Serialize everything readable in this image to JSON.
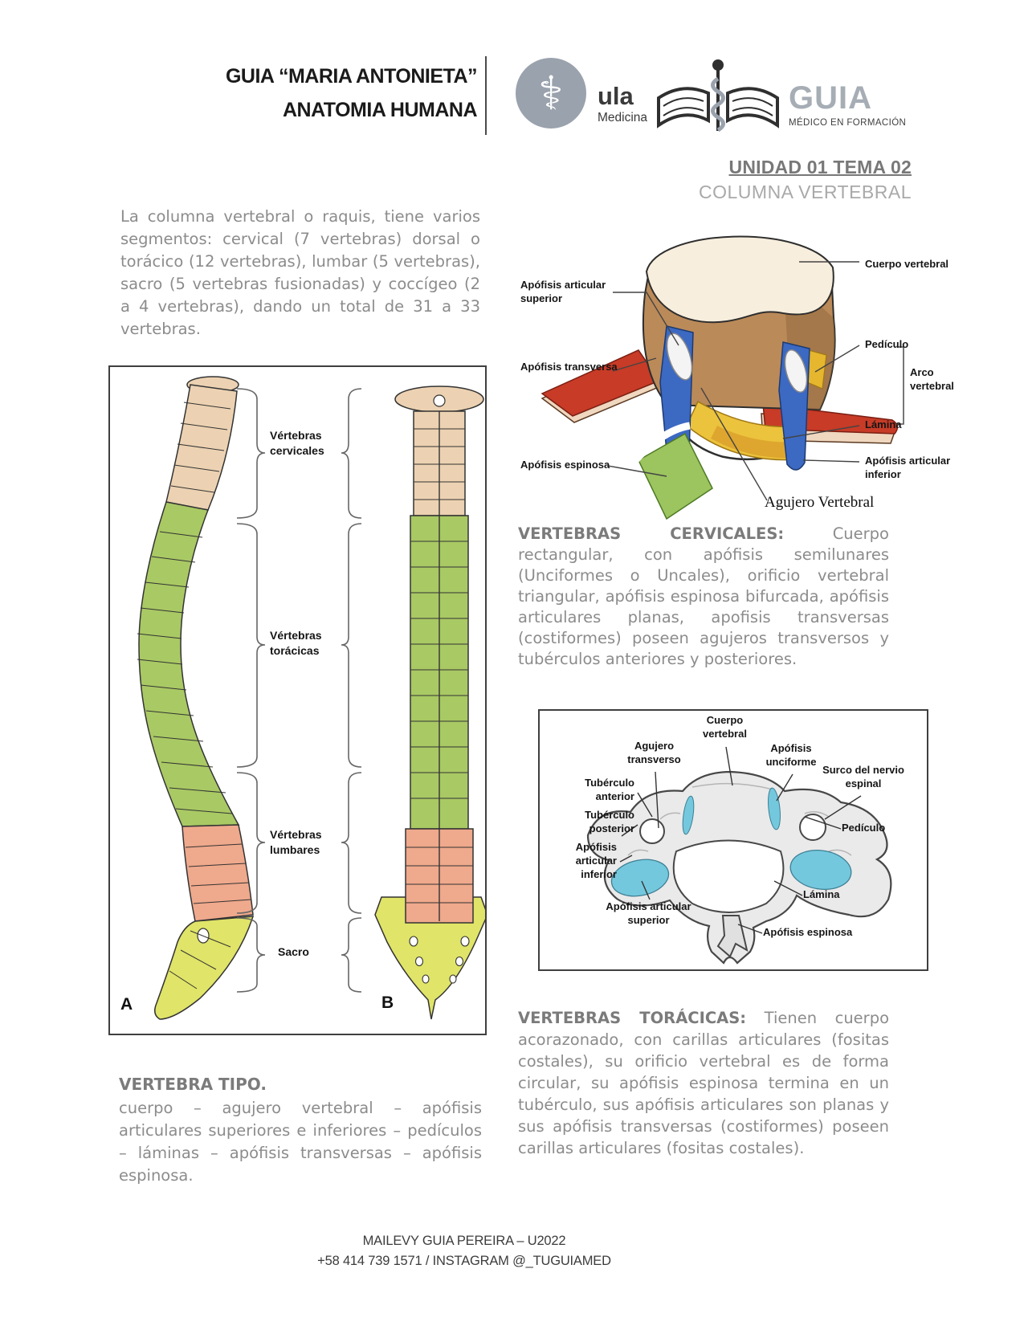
{
  "header": {
    "title_line1": "GUIA “MARIA ANTONIETA”",
    "title_line2": "ANATOMIA HUMANA",
    "ula": {
      "icon": "⚕",
      "name": "ula",
      "dept": "Medicina"
    },
    "guia": {
      "name": "GUIA",
      "tagline": "MÉDICO EN FORMACIÓN"
    }
  },
  "unit": {
    "title": "UNIDAD 01 TEMA 02",
    "subtitle": "COLUMNA VERTEBRAL"
  },
  "intro": "La columna vertebral o raquis, tiene varios segmentos: cervical (7 vertebras) dorsal o torácico (12 vertebras), lumbar (5 vertebras), sacro (5 vertebras fusionadas) y coccígeo (2 a 4 vertebras), dando un total de 31 a 33 vertebras.",
  "figure_vertebra3d": {
    "label_apofisis_articular_superior": "Apófisis articular superior",
    "label_apofisis_transversa": "Apófisis transversa",
    "label_apofisis_espinosa": "Apófisis espinosa",
    "label_cuerpo_vertebral": "Cuerpo vertebral",
    "label_pediculo": "Pedículo",
    "label_arco_vertebral": "Arco vertebral",
    "label_lamina": "Lámina",
    "label_apofisis_articular_inferior": "Apófisis articular inferior",
    "label_agujero_vertebral": "Agujero Vertebral"
  },
  "sec_cervicales": {
    "heading": "VERTEBRAS CERVICALES:",
    "body": "Cuerpo rectangular, con apófisis semilunares (Unciformes o Uncales), orificio vertebral triangular, apófisis espinosa bifurcada, apófisis articulares planas, apofisis transversas (costiformes) poseen agujeros transversos y tubérculos anteriores y posteriores."
  },
  "figure_spine": {
    "label_cervicales": "Vértebras cervicales",
    "label_toracicas": "Vértebras torácicas",
    "label_lumbares": "Vértebras lumbares",
    "label_sacro": "Sacro",
    "view_a": "A",
    "view_b": "B"
  },
  "figure_cervical": {
    "label_cuerpo_vertebral": "Cuerpo vertebral",
    "label_agujero_transverso": "Agujero transverso",
    "label_apofisis_unciforme": "Apófisis unciforme",
    "label_surco": "Surco del nervio espinal",
    "label_tuberculo_anterior": "Tubérculo anterior",
    "label_tuberculo_posterior": "Tubérculo posterior",
    "label_apofisis_articular_inferior": "Apófisis articular inferior",
    "label_pediculo": "Pedículo",
    "label_lamina": "Lámina",
    "label_apofisis_articular_superior": "Apófisis articular superior",
    "label_apofisis_espinosa": "Apófisis espinosa"
  },
  "sec_vertebra_tipo": {
    "heading": "VERTEBRA TIPO.",
    "body": "cuerpo – agujero vertebral – apófisis articulares superiores e inferiores – pedículos – láminas – apófisis transversas – apófisis espinosa."
  },
  "sec_toracicas": {
    "heading": "VERTEBRAS TORÁCICAS:",
    "body": "Tienen cuerpo acorazonado, con carillas articulares (fositas costales), su orificio vertebral es de forma circular, su apófisis espinosa termina en un tubérculo, sus apófisis articulares son planas y sus apófisis transversas (costiformes) poseen carillas articulares (fositas costales)."
  },
  "footer": {
    "line1": "MAILEVY GUIA PEREIRA – U2022",
    "line2": "+58 414 739 1571  / INSTAGRAM @_TUGUIAMED"
  },
  "colors": {
    "cervical": "#ecd2b2",
    "toracica": "#a9c964",
    "lumbar": "#efa98c",
    "sacro": "#e0e468",
    "facet_cyan": "#74c8de",
    "process_red": "#c73b27",
    "process_blue": "#3c69c2",
    "lamina_yellow": "#ecc33c",
    "espinosa_green": "#9cc45f",
    "body_brown": "#bb8a59",
    "body_cream": "#f8eedd",
    "text_gray": "#8c8c8c",
    "heading_gray": "#7b7b7b",
    "subtitle_gray": "#a9a9a9",
    "logo_gray": "#9aa2ad"
  }
}
